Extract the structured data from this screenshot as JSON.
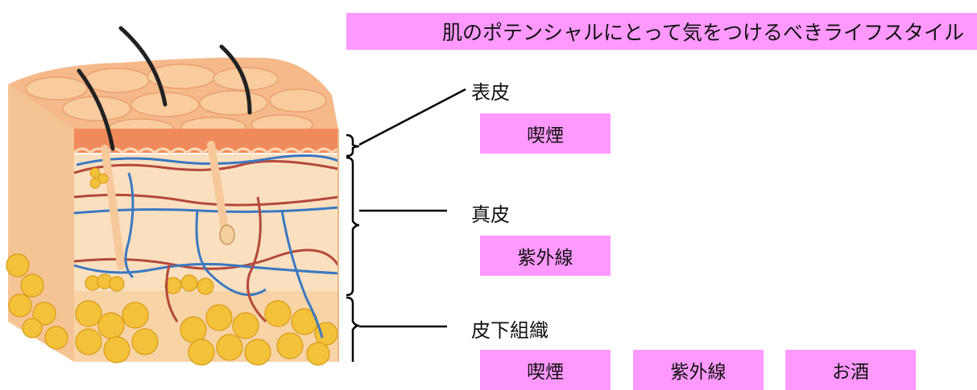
{
  "title": "肌のポテンシャルにとって気をつけるべきライフスタイル",
  "colors": {
    "tag_bg": "#ff99ff",
    "skin_top": "#f6b98a",
    "epidermis": "#f08a5d",
    "dermis": "#fbe0bf",
    "fat": "#f3c13a",
    "artery": "#b5483b",
    "vein": "#3a78c2"
  },
  "layers": [
    {
      "name": "表皮",
      "factors": [
        "喫煙"
      ]
    },
    {
      "name": "真皮",
      "factors": [
        "紫外線"
      ]
    },
    {
      "name": "皮下組織",
      "factors": [
        "喫煙",
        "紫外線",
        "お酒"
      ]
    }
  ]
}
